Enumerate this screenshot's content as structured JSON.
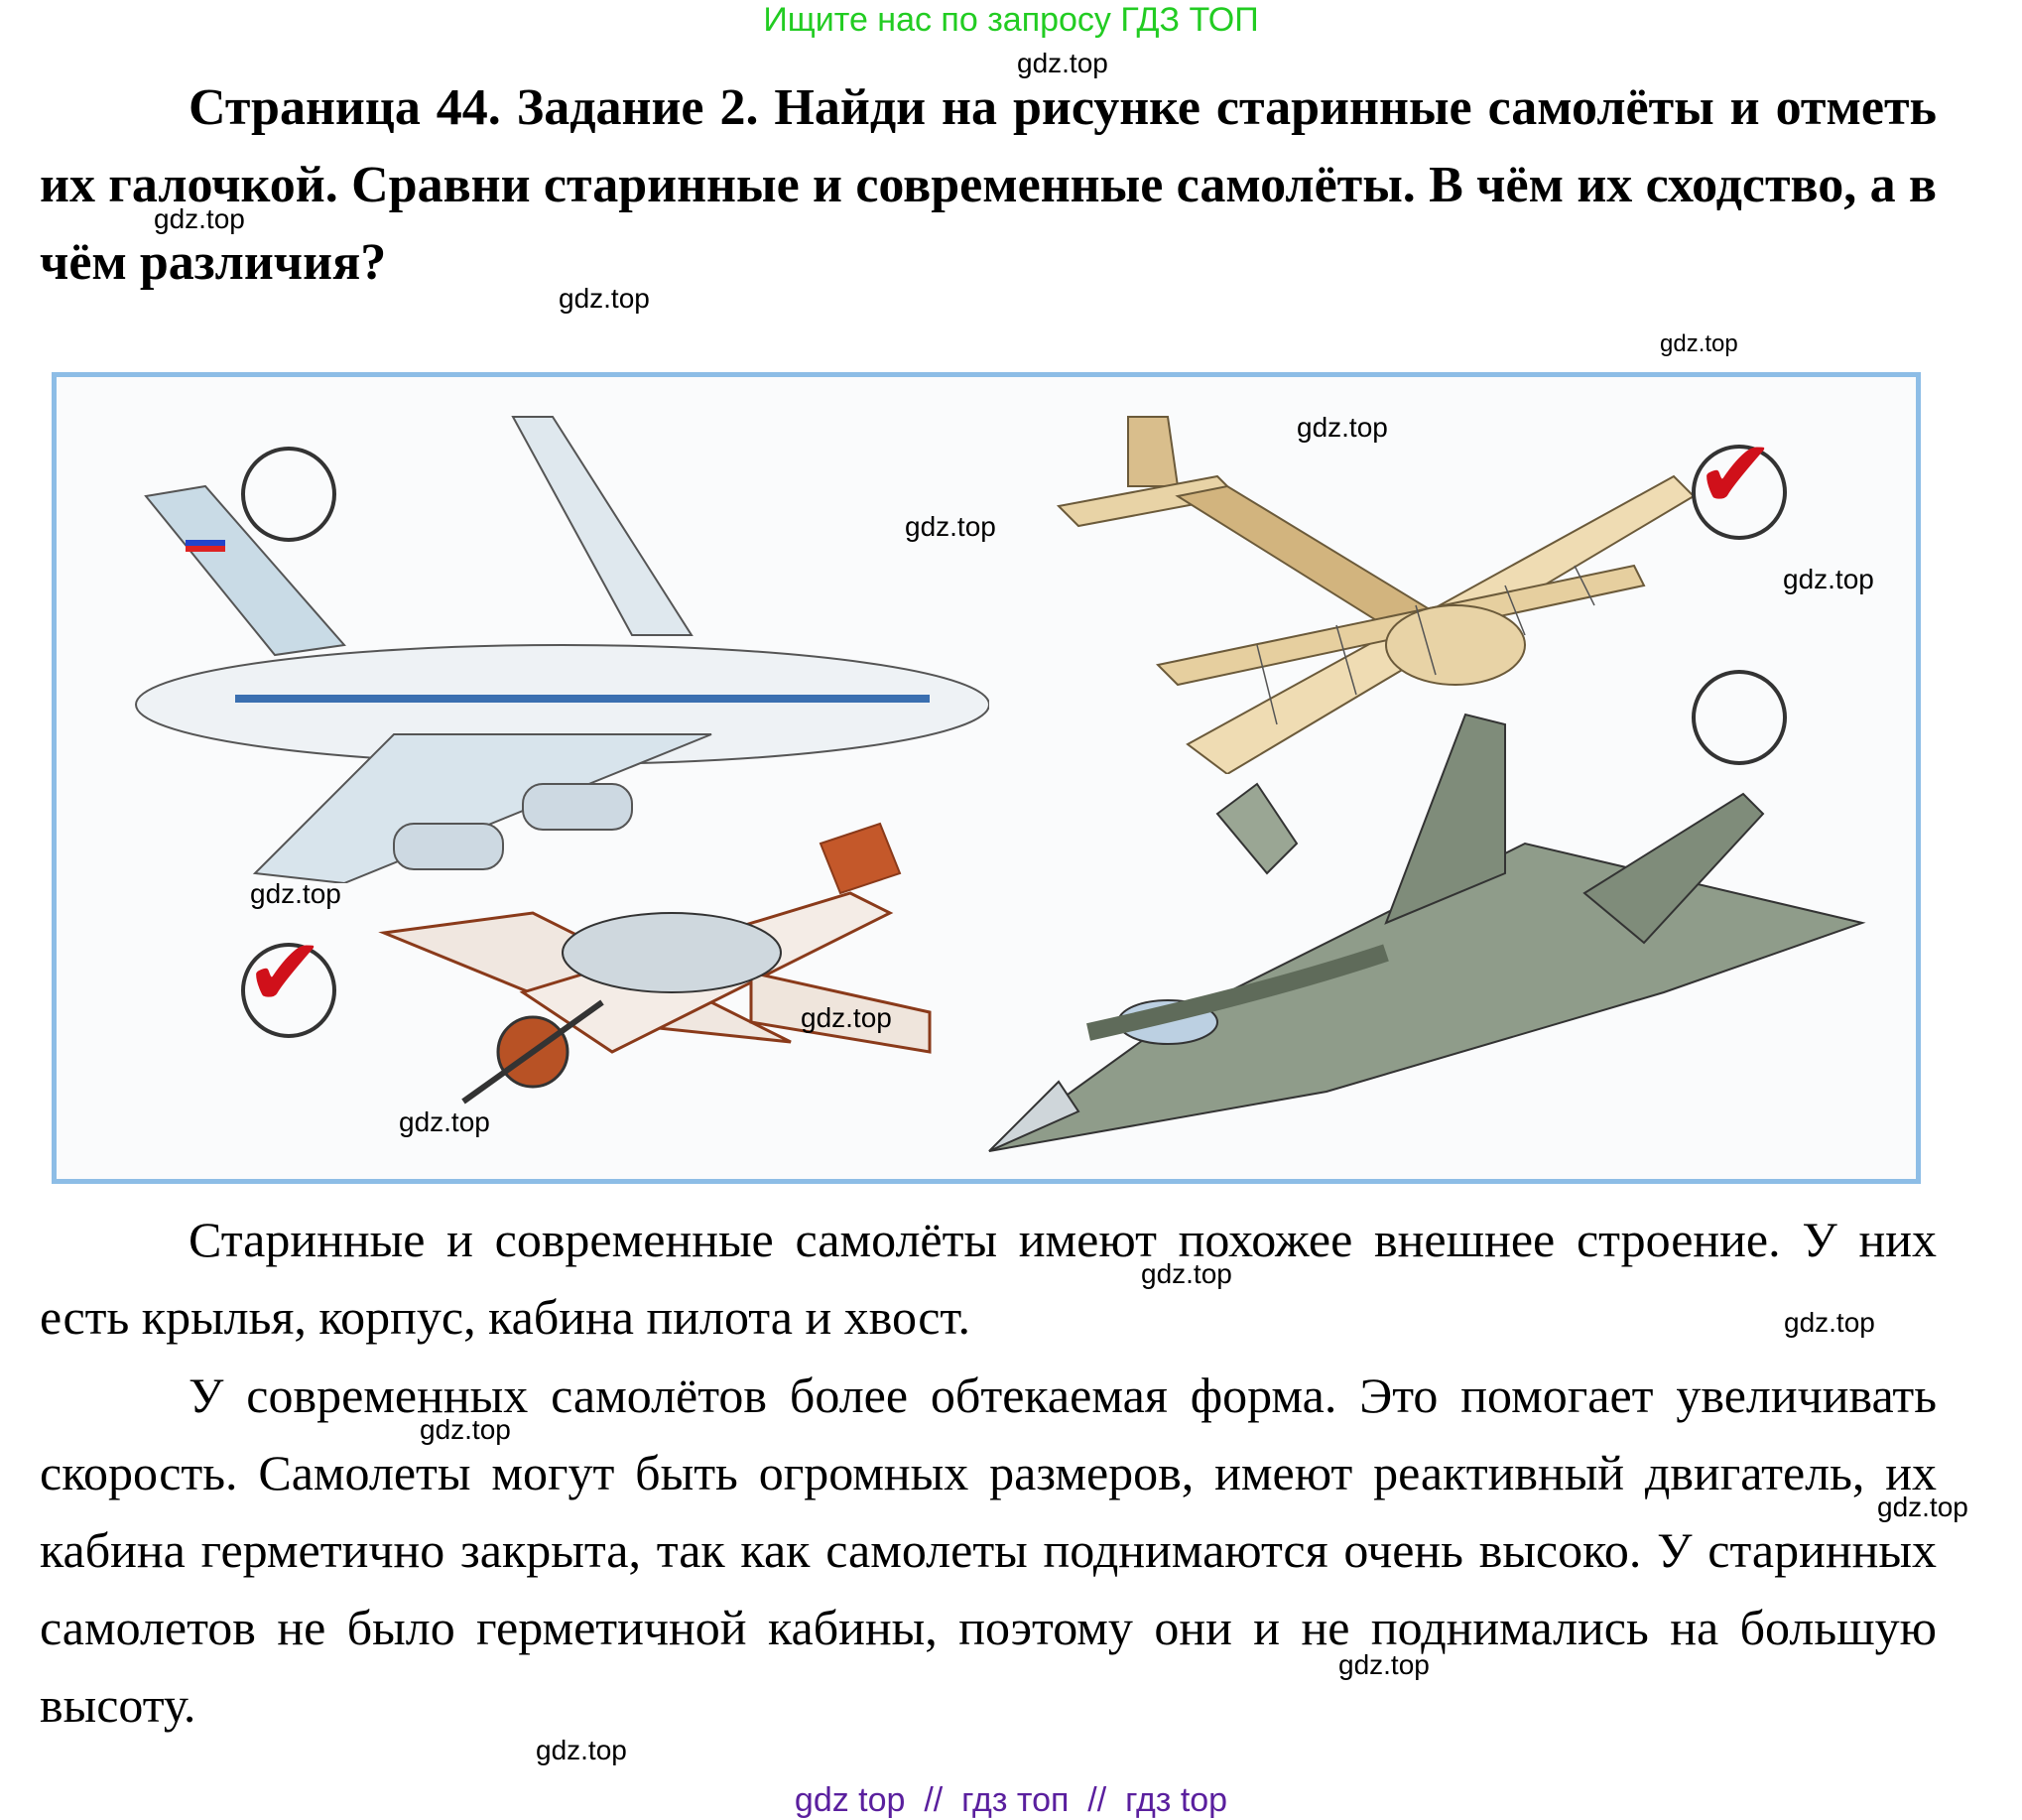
{
  "banner": "Ищите нас по запросу ГДЗ ТОП",
  "task": {
    "title": "Страница 44. Задание 2. Найди на рисунке старинные самолёты и отметь их галочкой. Сравни старинные и современные самолёты. В чём их сходство, а в чём различия?"
  },
  "figure": {
    "planes": [
      {
        "name": "passenger-airliner",
        "checked": false
      },
      {
        "name": "vintage-multi-engine-biplane",
        "checked": true
      },
      {
        "name": "vintage-propeller-plane",
        "checked": true
      },
      {
        "name": "modern-fighter-jet",
        "checked": false
      }
    ],
    "check_glyph": "✔"
  },
  "answer": {
    "paragraph1": "Старинные и современные самолёты имеют похожее внешнее строение. У них есть крылья, корпус, кабина пилота и хвост.",
    "paragraph2": "У современных самолётов более обтекаемая форма. Это помогает увеличивать скорость. Самолеты могут быть огромных размеров, имеют реактивный двигатель, их кабина герметично закрыта, так как самолеты поднимаются очень высоко. У старинных самолетов не было герметичной кабины, поэтому они и не поднимались на большую высоту."
  },
  "watermark": "gdz.top",
  "footer": "gdz top  //  гдз топ  //  гдз top"
}
